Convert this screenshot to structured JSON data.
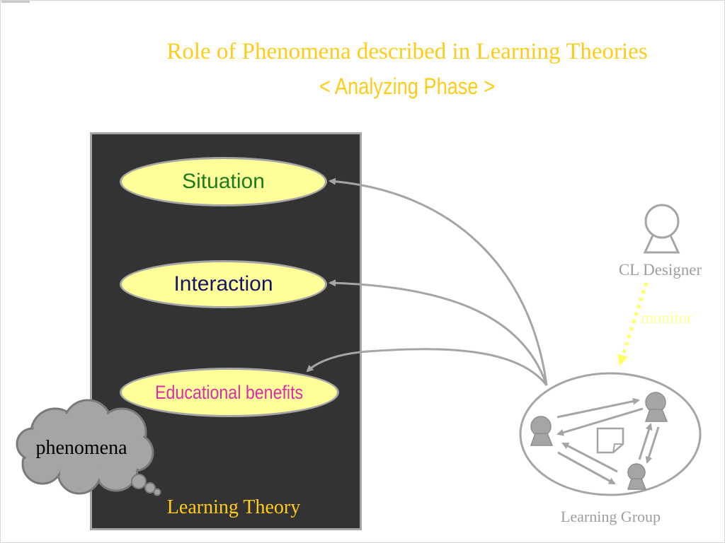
{
  "slide": {
    "title": "Role of Phenomena described in Learning Theories",
    "subtitle": "< Analyzing Phase >"
  },
  "learning_theory": {
    "label": "Learning Theory",
    "phenomena": [
      {
        "label": "Situation",
        "color": "#1e7a1e"
      },
      {
        "label": "Interaction",
        "color": "#14146e"
      },
      {
        "label": "Educational benefits",
        "color": "#e02aa8"
      }
    ]
  },
  "callout": {
    "label": "phenomena"
  },
  "designer": {
    "label": "CL Designer",
    "action": "monitor"
  },
  "group": {
    "label": "Learning Group"
  },
  "colors": {
    "title": "#ffcc1a",
    "box_fill": "#333333",
    "oval_fill": "#ffff99",
    "stroke_gray": "#a5a5a5",
    "monitor_arrow": "#ffff66"
  }
}
